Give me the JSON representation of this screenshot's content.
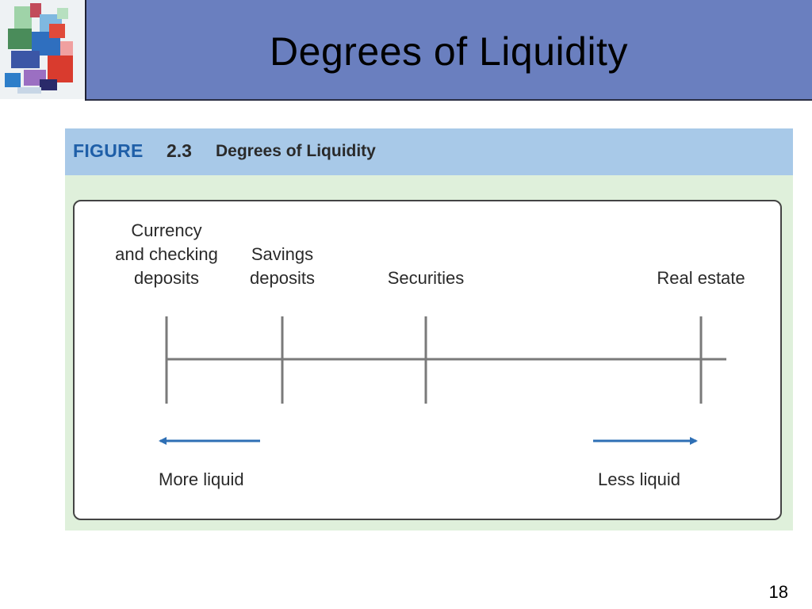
{
  "slide": {
    "title": "Degrees of Liquidity",
    "page_number": "18"
  },
  "figure": {
    "label": "FIGURE",
    "number": "2.3",
    "caption": "Degrees of Liquidity",
    "assets": [
      {
        "lines": [
          "Currency",
          "and checking",
          "deposits"
        ]
      },
      {
        "lines": [
          "Savings",
          "deposits"
        ]
      },
      {
        "lines": [
          "Securities"
        ]
      },
      {
        "lines": [
          "Real estate"
        ]
      }
    ],
    "left_arrow_label": "More liquid",
    "right_arrow_label": "Less liquid"
  },
  "colors": {
    "title_bar": "#6a7fbf",
    "figure_header": "#a8c9e8",
    "figure_background": "#dff0db",
    "figure_label": "#1f5fa8",
    "arrow": "#2e6fb5",
    "axis": "#7a7a7a"
  }
}
